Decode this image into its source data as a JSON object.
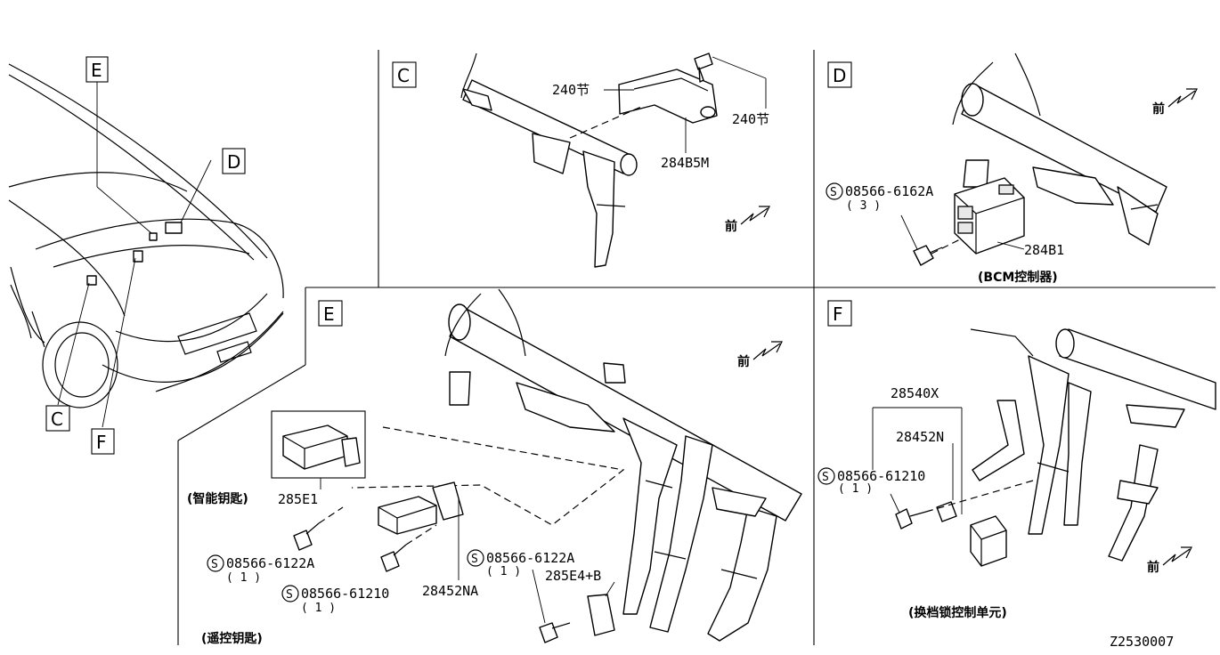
{
  "callouts": {
    "C": "C",
    "D": "D",
    "E": "E",
    "F": "F"
  },
  "panels": {
    "C": {
      "letter": "C",
      "parts": [
        "240节",
        "240节",
        "284B5M"
      ],
      "front": "前"
    },
    "D": {
      "letter": "D",
      "screw_symbol": "S",
      "screw_part": "08566-6162A",
      "screw_qty": "( 3 )",
      "part": "284B1",
      "caption": "(BCM控制器)",
      "front": "前"
    },
    "E": {
      "letter": "E",
      "front": "前",
      "smart_key_caption": "(智能钥匙)",
      "smart_key_part": "285E1",
      "screw1_symbol": "S",
      "screw1_part": "08566-6122A",
      "screw1_qty": "( 1 )",
      "screw2_symbol": "S",
      "screw2_part": "08566-61210",
      "screw2_qty": "( 1 )",
      "part_28452": "28452NA",
      "screw3_symbol": "S",
      "screw3_part": "08566-6122A",
      "screw3_qty": "( 1 )",
      "part_285e4": "285E4+B",
      "remote_caption": "(遥控钥匙)"
    },
    "F": {
      "letter": "F",
      "part_28540": "28540X",
      "part_28452": "28452N",
      "screw_symbol": "S",
      "screw_part": "08566-61210",
      "screw_qty": "( 1 )",
      "caption": "(换档锁控制单元)",
      "front": "前"
    }
  },
  "diagram_id": "Z2530007"
}
